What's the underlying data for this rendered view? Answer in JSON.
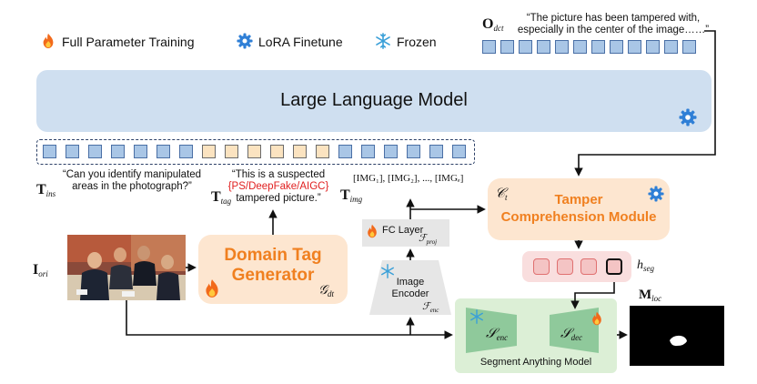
{
  "legend": {
    "full": {
      "label": "Full Parameter Training",
      "icon": "fire-icon"
    },
    "lora": {
      "label": "LoRA Finetune",
      "icon": "gear-icon"
    },
    "frozen": {
      "label": "Frozen",
      "icon": "snowflake-icon"
    }
  },
  "output": {
    "symbol": "O",
    "subscript": "dct",
    "text_line1": "“The picture has been tampered with,",
    "text_line2": "especially in the center of the image……”"
  },
  "llm": {
    "title": "Large Language Model"
  },
  "inputs": {
    "ins_symbol": "T",
    "ins_sub": "ins",
    "ins_line1": "“Can you identify manipulated",
    "ins_line2": "areas in the photograph?”",
    "tag_symbol": "T",
    "tag_sub": "tag",
    "tag_line1": "“This is a suspected",
    "tag_line2": "{PS/DeepFake/AIGC}",
    "tag_line3": "tampered picture.”",
    "img_symbol": "T",
    "img_sub": "img",
    "img_tokens": "[IMG₁], [IMG₂], ..., [IMGₑ]"
  },
  "image": {
    "symbol": "I",
    "sub": "ori"
  },
  "domain_tag": {
    "line1": "Domain Tag",
    "line2": "Generator",
    "symbol": "𝒢",
    "sub": "dt"
  },
  "fc_layer": {
    "label": "FC Layer",
    "symbol": "ℱ",
    "sub": "proj"
  },
  "image_encoder": {
    "line1": "Image",
    "line2": "Encoder",
    "symbol": "ℱ",
    "sub": "enc"
  },
  "tcm": {
    "symbol": "𝒞",
    "sub": "t",
    "line1": "Tamper",
    "line2": "Comprehension Module"
  },
  "seg_token": {
    "symbol": "h",
    "sub": "seg"
  },
  "sam": {
    "label": "Segment Anything Model",
    "enc_symbol": "𝒮",
    "enc_sub": "enc",
    "dec_symbol": "𝒮",
    "dec_sub": "dec"
  },
  "mask": {
    "symbol": "M",
    "sub": "loc"
  },
  "colors": {
    "accent_orange": "#f08020",
    "gear_blue": "#2f7fd6",
    "llm_blue": "#cfdff0",
    "token_blue": "#a9c6e6",
    "token_yellow": "#fbe3c0",
    "green": "#dcefd6"
  }
}
